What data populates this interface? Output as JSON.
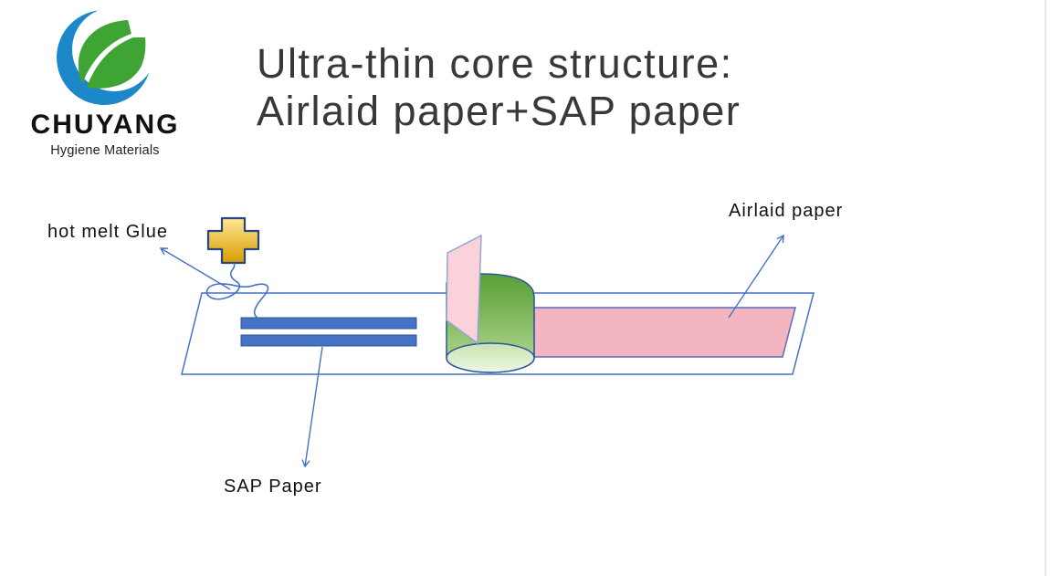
{
  "slide": {
    "background": "#ffffff",
    "right_edge_color": "#e4e8e0"
  },
  "logo": {
    "company": "CHUYANG",
    "tagline": "Hygiene Materials",
    "mark_blue": "#1c87c9",
    "mark_green": "#3ea434"
  },
  "title": {
    "line1": "Ultra-thin core structure:",
    "line2": "Airlaid paper+SAP paper",
    "color": "#383838"
  },
  "diagram": {
    "labels": {
      "hot_melt_glue": "hot melt Glue",
      "airlaid_paper": "Airlaid paper",
      "sap_paper": "SAP Paper"
    },
    "colors": {
      "outline_blue": "#4472c4",
      "base_sheet_fill": "#ffffff",
      "bar_fill": "#4472c4",
      "bar_stroke": "#2f5496",
      "pink_strip_fill": "#f3b6c0",
      "pink_strip_stroke": "#5b6cb8",
      "pink_sheet_fill": "#fbd2da",
      "pink_sheet_stroke": "#92a6d6",
      "roll_stroke": "#2e539e",
      "roll_green_top": "#5da139",
      "roll_green_bottom": "#b9dc9a",
      "roll_face_top": "#c7e3b0",
      "roll_face_bottom": "#eef7e3",
      "gold_top": "#ffe793",
      "gold_bottom": "#d79c00",
      "cross_stroke": "#24477f"
    }
  }
}
